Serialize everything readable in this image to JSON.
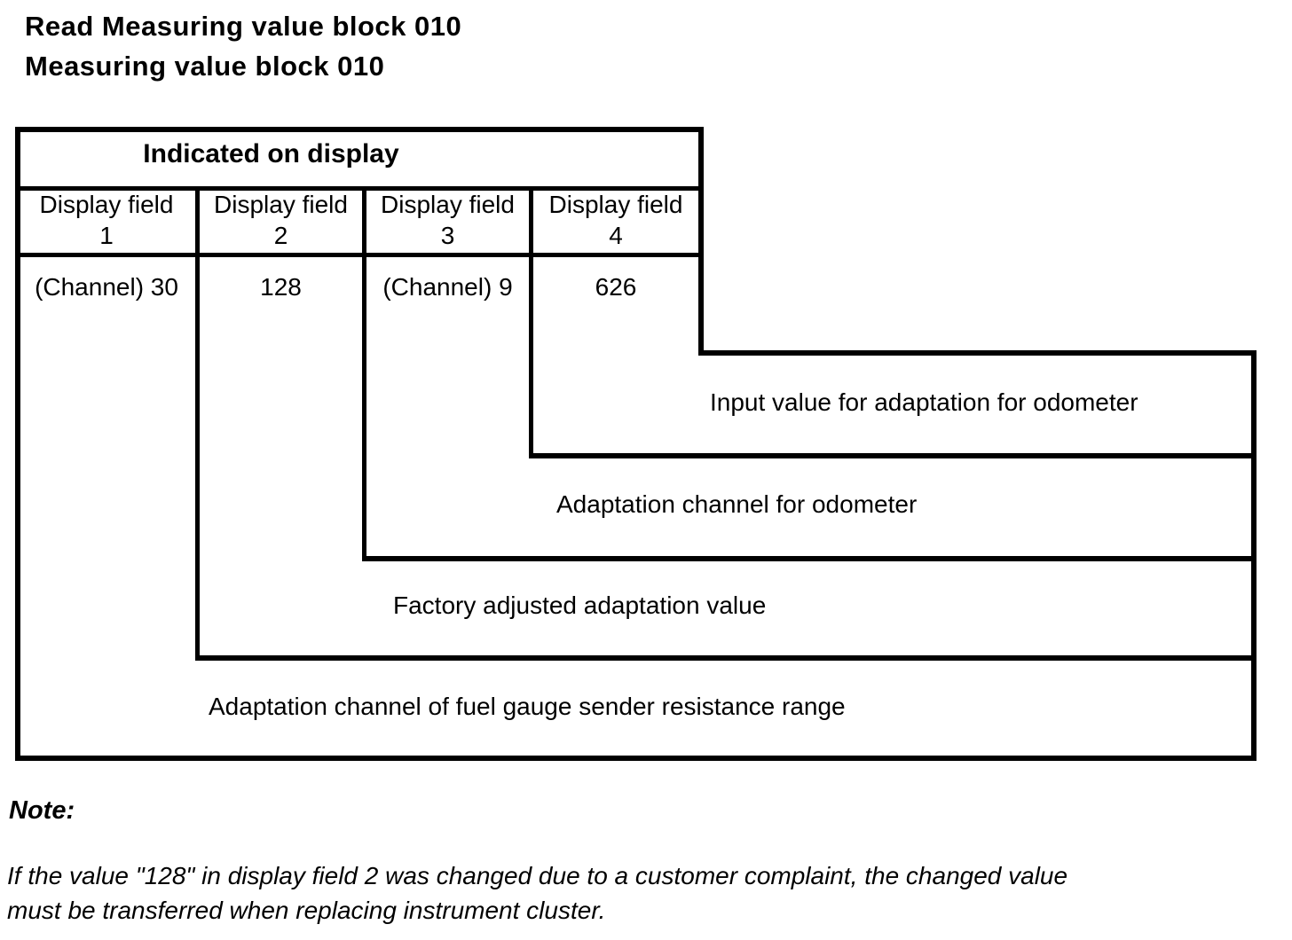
{
  "page": {
    "title_line1": "Read Measuring value block 010",
    "title_line2": "Measuring value block 010"
  },
  "table": {
    "caption": "Indicated on display",
    "columns": [
      {
        "header_line1": "Display field",
        "header_line2": "1",
        "value": "(Channel) 30",
        "annotation": "Adaptation channel of fuel gauge sender resistance range"
      },
      {
        "header_line1": "Display field",
        "header_line2": "2",
        "value": "128",
        "annotation": "Factory adjusted adaptation value"
      },
      {
        "header_line1": "Display field",
        "header_line2": "3",
        "value": "(Channel) 9",
        "annotation": "Adaptation channel for odometer"
      },
      {
        "header_line1": "Display field",
        "header_line2": "4",
        "value": "626",
        "annotation": "Input value for adaptation for odometer"
      }
    ]
  },
  "note": {
    "label": "Note:",
    "body_lines": [
      "If the value \"128\" in display field 2 was changed due to a customer complaint, the changed value",
      "must be transferred when replacing instrument cluster."
    ]
  },
  "colors": {
    "background": "#ffffff",
    "line": "#000000",
    "text": "#000000"
  }
}
